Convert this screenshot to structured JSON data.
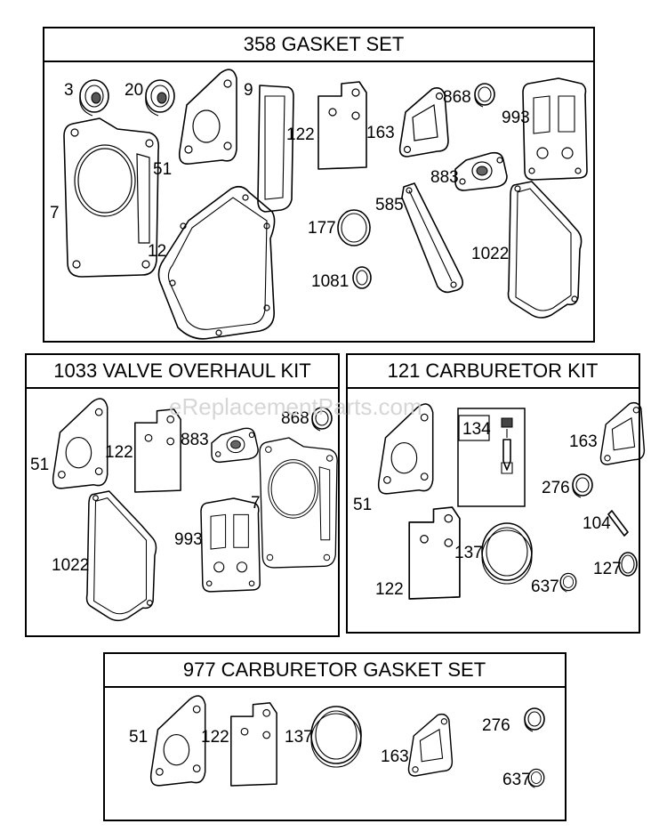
{
  "watermark": "eReplacementParts.com",
  "panels": [
    {
      "title": "358 GASKET SET",
      "callouts": [
        "3",
        "20",
        "7",
        "51",
        "9",
        "12",
        "122",
        "177",
        "1081",
        "163",
        "585",
        "868",
        "883",
        "993",
        "1022"
      ]
    },
    {
      "title": "1033 VALVE OVERHAUL KIT",
      "callouts": [
        "51",
        "122",
        "883",
        "868",
        "7",
        "1022",
        "993"
      ]
    },
    {
      "title": "121 CARBURETOR KIT",
      "callouts": [
        "134",
        "51",
        "163",
        "276",
        "104",
        "137",
        "127",
        "122",
        "637"
      ]
    },
    {
      "title": "977 CARBURETOR  GASKET SET",
      "callouts": [
        "51",
        "122",
        "137",
        "163",
        "276",
        "637"
      ]
    }
  ]
}
